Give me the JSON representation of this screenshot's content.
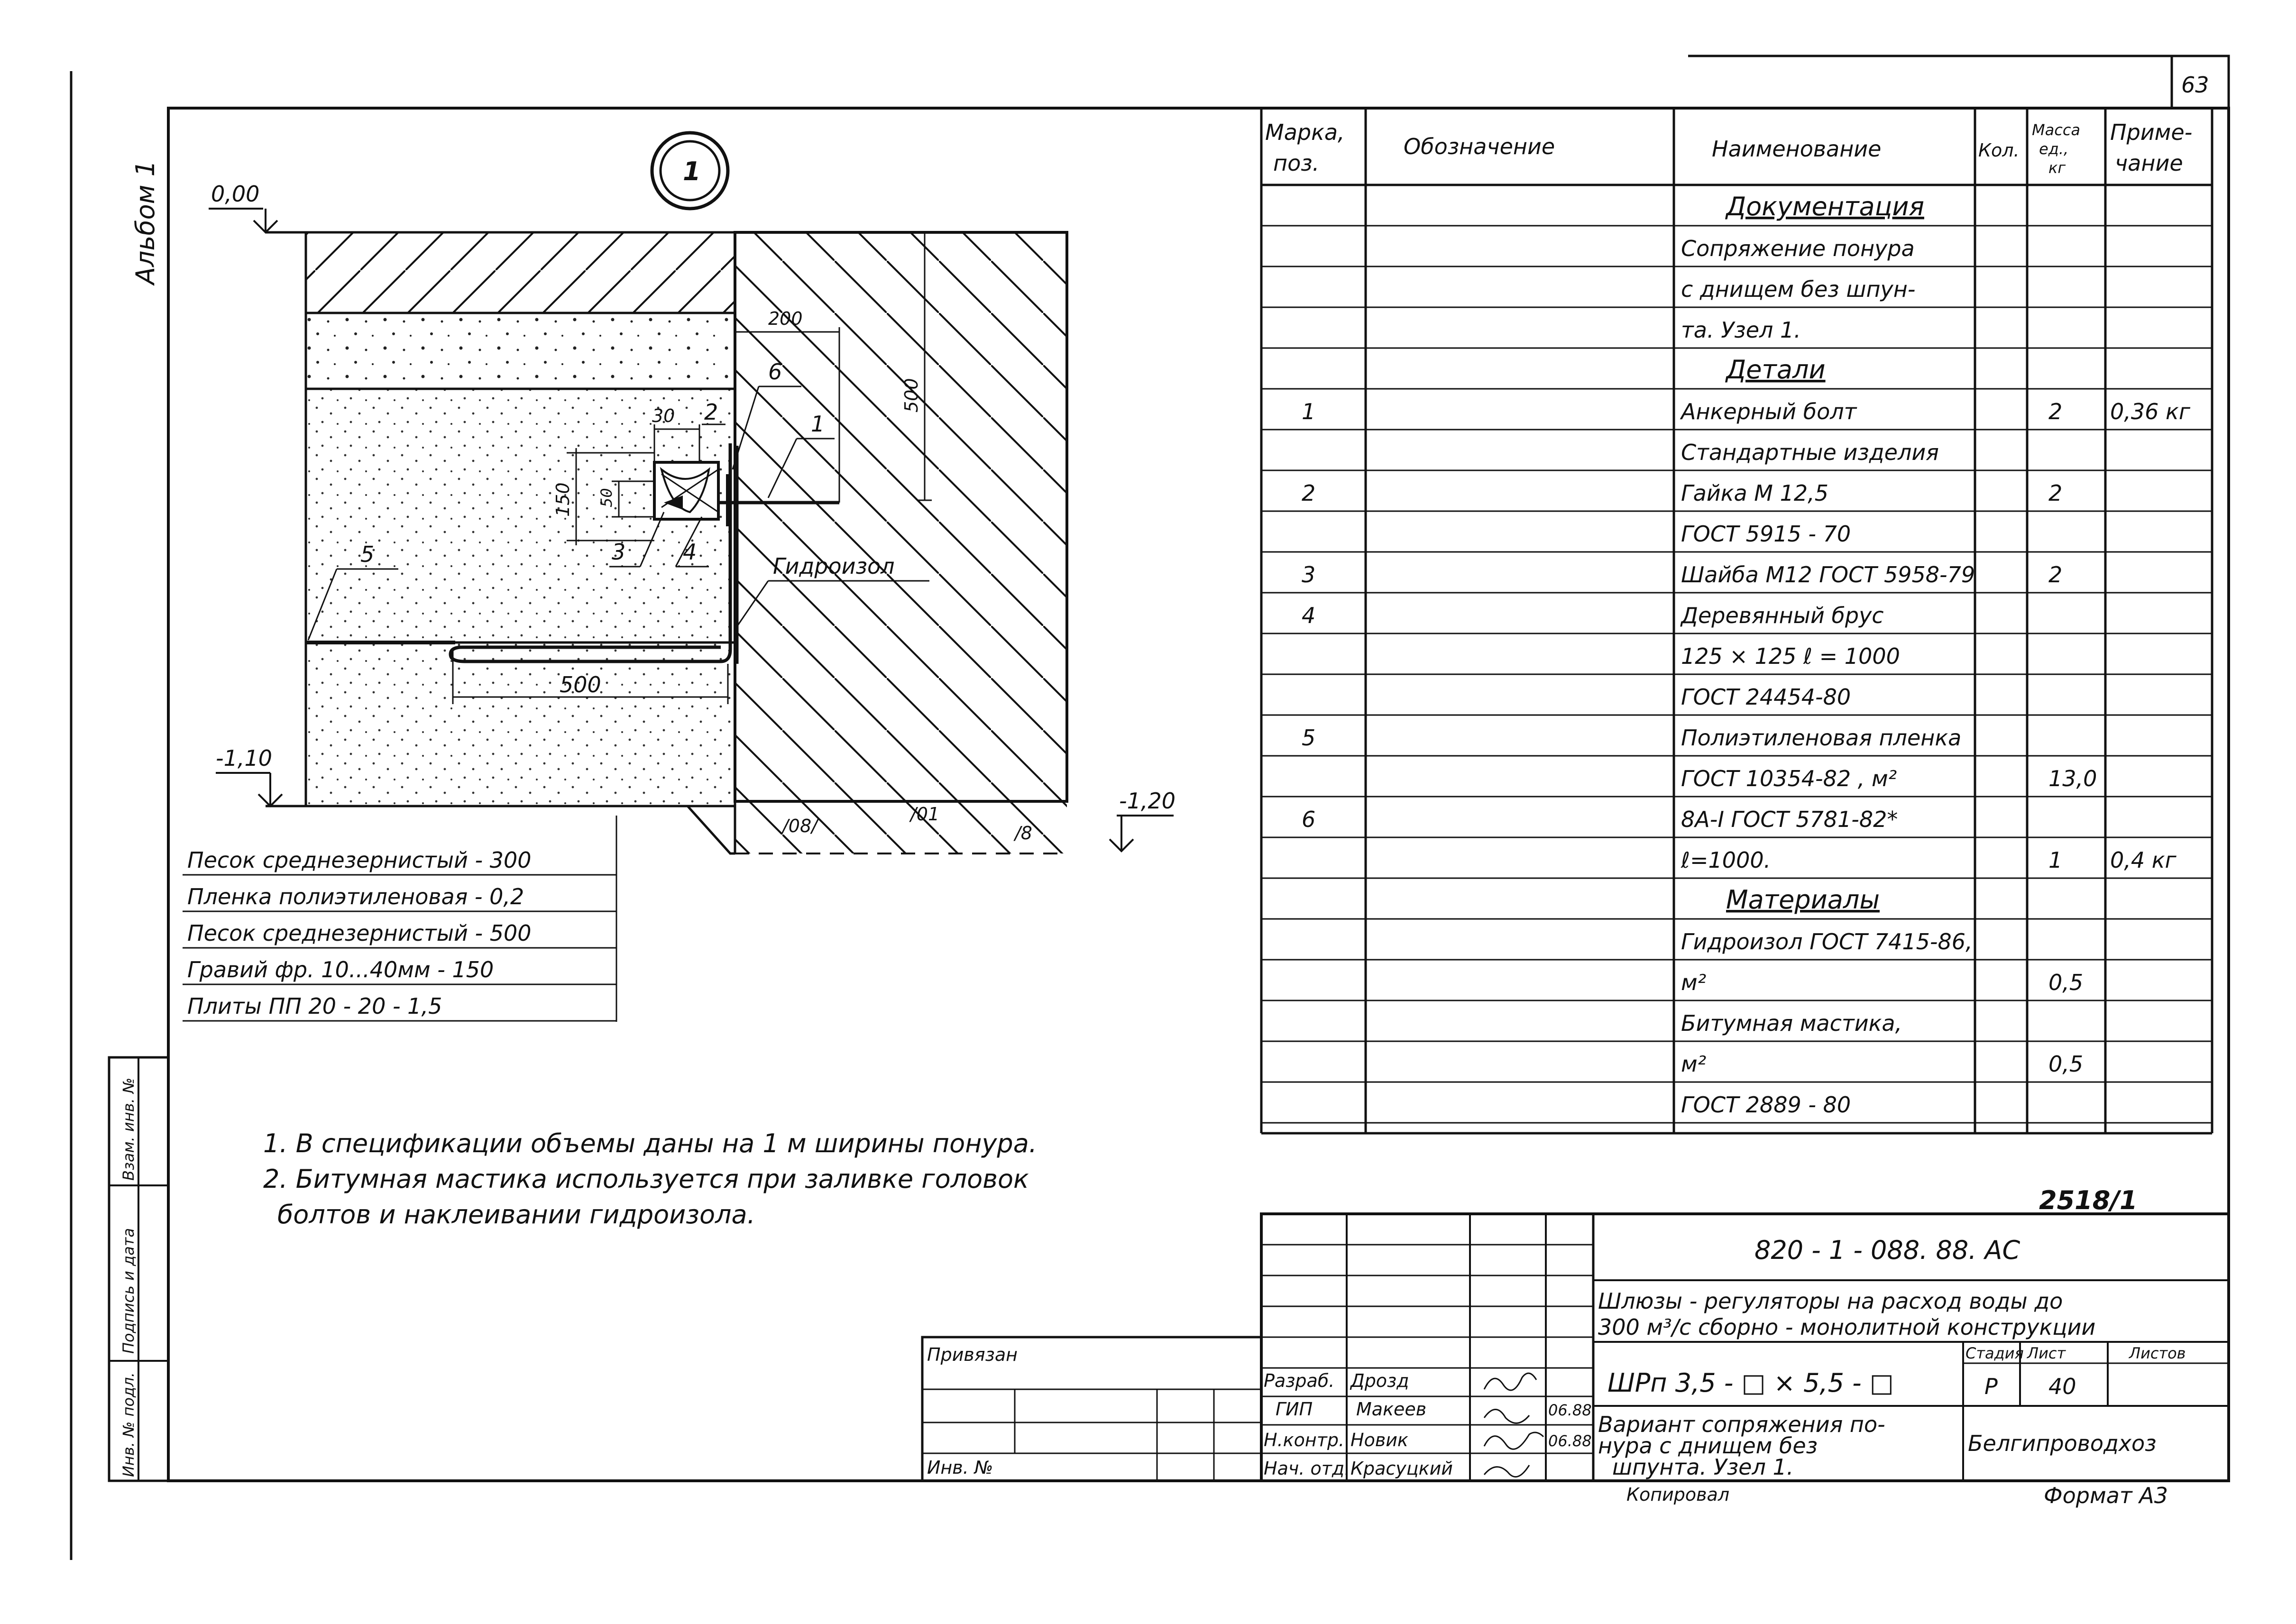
{
  "sheet": {
    "page_number": "63",
    "album": "Альбом 1",
    "node_marker": "1",
    "stamp_number": "2518/1",
    "format": "Формат А3",
    "copied": "Копировал"
  },
  "drawing": {
    "level_top": "0,00",
    "level_left": "-1,10",
    "level_right": "-1,20",
    "dim_200": "200",
    "dim_500_vertical": "500",
    "dim_30": "30",
    "dim_150": "150",
    "dim_50": "50",
    "dim_500_horizontal": "500",
    "callouts": [
      "1",
      "2",
      "3",
      "4",
      "5",
      "6"
    ],
    "hydroisol_label": "Гидроизол",
    "hatch_marks": [
      "/08/",
      "/01",
      "/8"
    ],
    "layers": [
      "Песок среднезернистый - 300",
      "Пленка полиэтиленовая - 0,2",
      "Песок среднезернистый - 500",
      "Гравий фр. 10...40мм -     150",
      "Плиты  ПП 20 - 20 - 1,5"
    ]
  },
  "notes": [
    "1. В спецификации объемы даны на 1 м ширины понура.",
    "2. Битумная мастика используется при заливке головок",
    "болтов и наклеивании гидроизола."
  ],
  "spec_table": {
    "headers": {
      "pos": [
        "Марка,",
        "поз."
      ],
      "designation": "Обозначение",
      "name": "Наименование",
      "qty": "Кол.",
      "mass": [
        "Масса",
        "ед.,",
        "кг"
      ],
      "note": [
        "Приме-",
        "чание"
      ]
    },
    "rows": [
      {
        "pos": "",
        "name": "Документация",
        "mass": "",
        "note": "",
        "heading": true
      },
      {
        "pos": "",
        "name": "Сопряжение понура",
        "mass": "",
        "note": ""
      },
      {
        "pos": "",
        "name": "с днищем без шпун-",
        "mass": "",
        "note": ""
      },
      {
        "pos": "",
        "name": "та. Узел 1.",
        "mass": "",
        "note": ""
      },
      {
        "pos": "",
        "name": "Детали",
        "mass": "",
        "note": "",
        "heading": true
      },
      {
        "pos": "1",
        "name": "Анкерный болт",
        "mass": "2",
        "note": "0,36 кг"
      },
      {
        "pos": "",
        "name": "Стандартные изделия",
        "mass": "",
        "note": ""
      },
      {
        "pos": "2",
        "name": "Гайка М 12,5",
        "mass": "2",
        "note": ""
      },
      {
        "pos": "",
        "name": "ГОСТ 5915 - 70",
        "mass": "",
        "note": ""
      },
      {
        "pos": "3",
        "name": "Шайба М12 ГОСТ 5958-79",
        "mass": "2",
        "note": ""
      },
      {
        "pos": "4",
        "name": "Деревянный брус",
        "mass": "",
        "note": ""
      },
      {
        "pos": "",
        "name": "125 × 125  ℓ = 1000",
        "mass": "",
        "note": ""
      },
      {
        "pos": "",
        "name": "ГОСТ 24454-80",
        "mass": "",
        "note": ""
      },
      {
        "pos": "5",
        "name": "Полиэтиленовая пленка",
        "mass": "",
        "note": ""
      },
      {
        "pos": "",
        "name": "ГОСТ 10354-82 ,   м²",
        "mass": "13,0",
        "note": ""
      },
      {
        "pos": "6",
        "name": "8А-I ГОСТ 5781-82*",
        "mass": "",
        "note": ""
      },
      {
        "pos": "",
        "name": "ℓ=1000.",
        "mass": "1",
        "note": "0,4 кг"
      },
      {
        "pos": "",
        "name": "Материалы",
        "mass": "",
        "note": "",
        "heading": true
      },
      {
        "pos": "",
        "name": "Гидроизол ГОСТ 7415-86,",
        "mass": "",
        "note": ""
      },
      {
        "pos": "",
        "name": "м²",
        "mass": "0,5",
        "note": ""
      },
      {
        "pos": "",
        "name": "Битумная мастика,",
        "mass": "",
        "note": ""
      },
      {
        "pos": "",
        "name": "м²",
        "mass": "0,5",
        "note": ""
      },
      {
        "pos": "",
        "name": "ГОСТ 2889 - 80",
        "mass": "",
        "note": ""
      }
    ]
  },
  "title_block": {
    "code": "820 - 1 - 088. 88. АС",
    "project_title_1": "Шлюзы - регуляторы на расход воды до",
    "project_title_2": "300 м³/с сборно - монолитной конструкции",
    "mark": "ШРп 3,5 - □ × 5,5 - □",
    "stage_label": "Стадия",
    "sheet_label": "Лист",
    "sheets_label": "Листов",
    "stage": "Р",
    "sheet": "40",
    "sheets": "",
    "drawing_title_1": "Вариант сопряжения по-",
    "drawing_title_2": "нура с днищем без",
    "drawing_title_3": "шпунта.  Узел 1.",
    "organization": "Белгипроводхоз",
    "bound_label": "Привязан",
    "inv_label": "Инв. №",
    "people": [
      {
        "role": "Разраб.",
        "name": "Дрозд",
        "date": ""
      },
      {
        "role": "ГИП",
        "name": "Макеев",
        "date": "06.88"
      },
      {
        "role": "Н.контр.",
        "name": "Новик",
        "date": "06.88"
      },
      {
        "role": "Нач. отд.",
        "name": "Красуцкий",
        "date": ""
      }
    ]
  },
  "side_stamp": [
    "Инв. № подл.",
    "Подпись и дата",
    "Взам. инв. №"
  ]
}
